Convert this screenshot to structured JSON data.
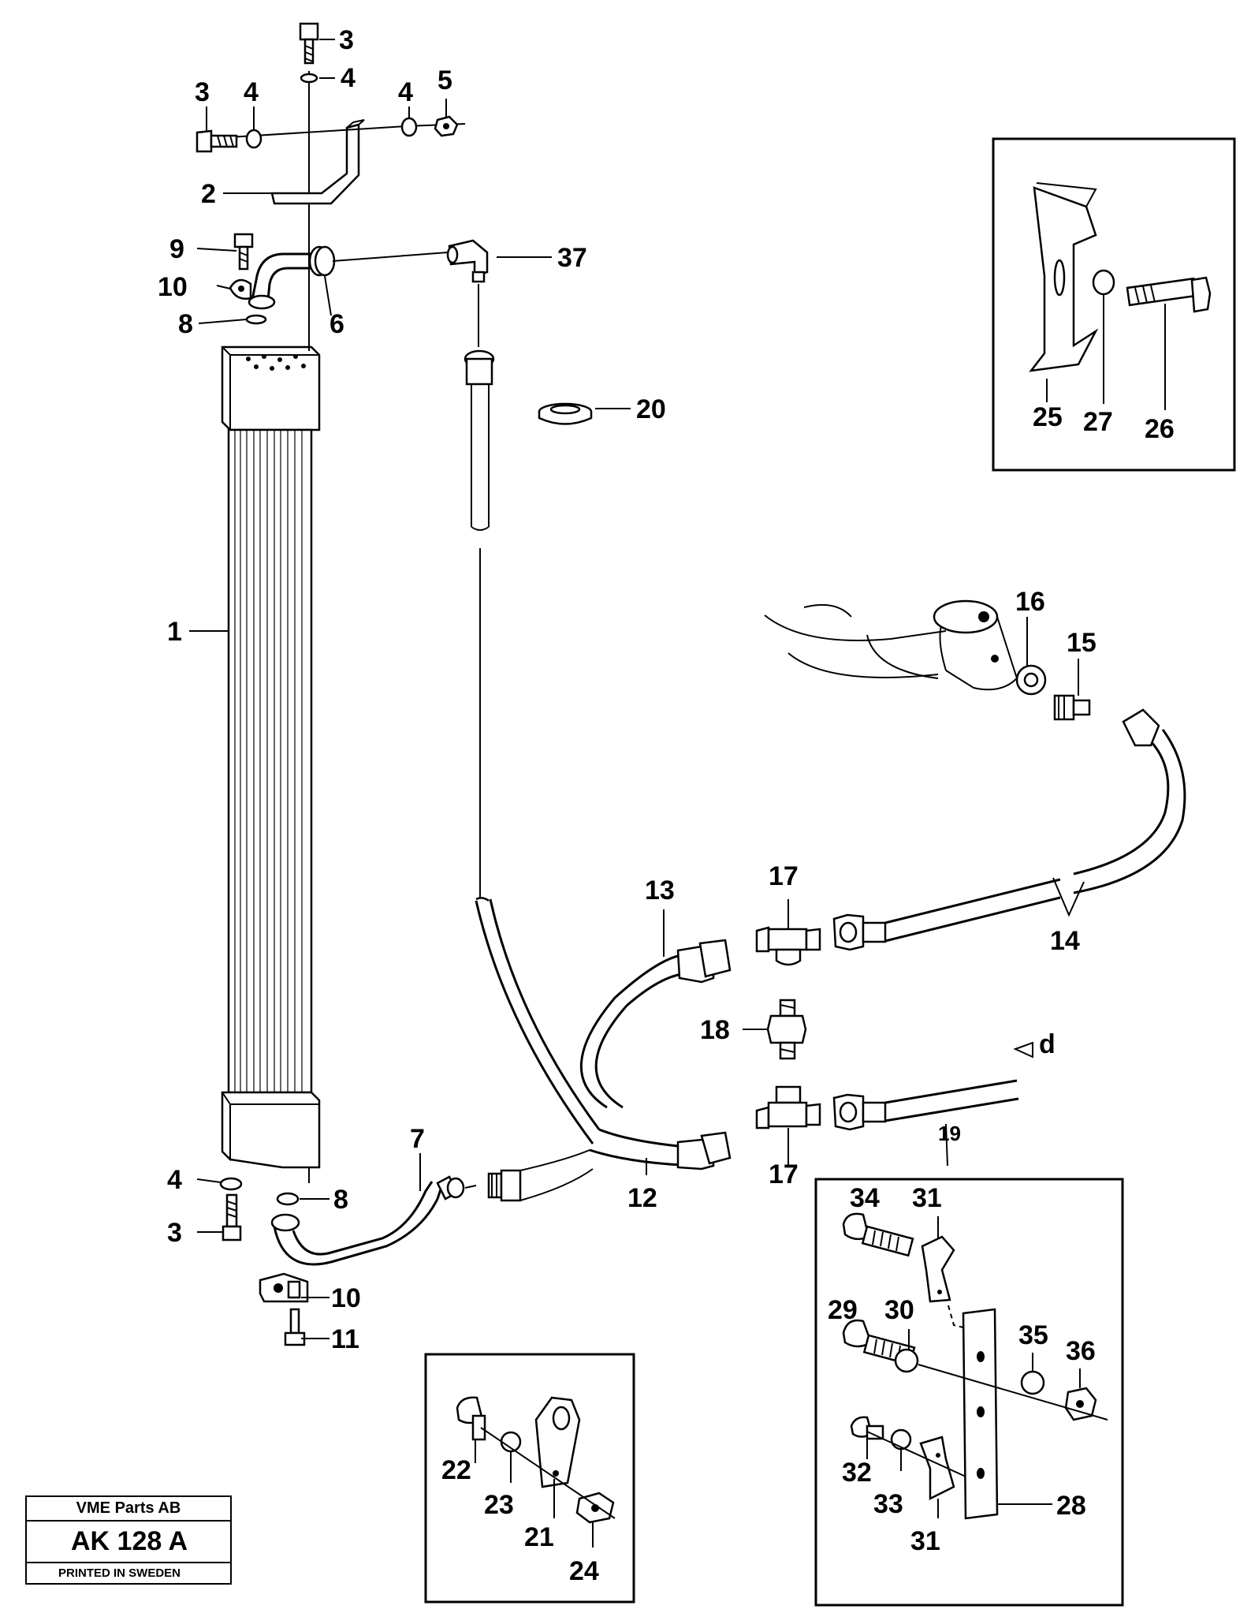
{
  "stamp": {
    "company": "VME Parts AB",
    "code": "AK 128 A",
    "printed": "PRINTED IN SWEDEN"
  },
  "callouts": {
    "c1": "1",
    "c2": "2",
    "c3a": "3",
    "c3b": "3",
    "c3c": "3",
    "c4a": "4",
    "c4b": "4",
    "c4c": "4",
    "c4d": "4",
    "c5": "5",
    "c6": "6",
    "c7": "7",
    "c8a": "8",
    "c8b": "8",
    "c9": "9",
    "c10a": "10",
    "c10b": "10",
    "c11": "11",
    "c12": "12",
    "c13": "13",
    "c14": "14",
    "c15": "15",
    "c16": "16",
    "c17a": "17",
    "c17b": "17",
    "c18": "18",
    "c19": "19",
    "c20": "20",
    "c21": "21",
    "c22": "22",
    "c23": "23",
    "c24": "24",
    "c25": "25",
    "c26": "26",
    "c27": "27",
    "c28": "28",
    "c29": "29",
    "c30": "30",
    "c31a": "31",
    "c31b": "31",
    "c32": "32",
    "c33": "33",
    "c34": "34",
    "c35": "35",
    "c36": "36",
    "c37": "37",
    "d": "d"
  }
}
